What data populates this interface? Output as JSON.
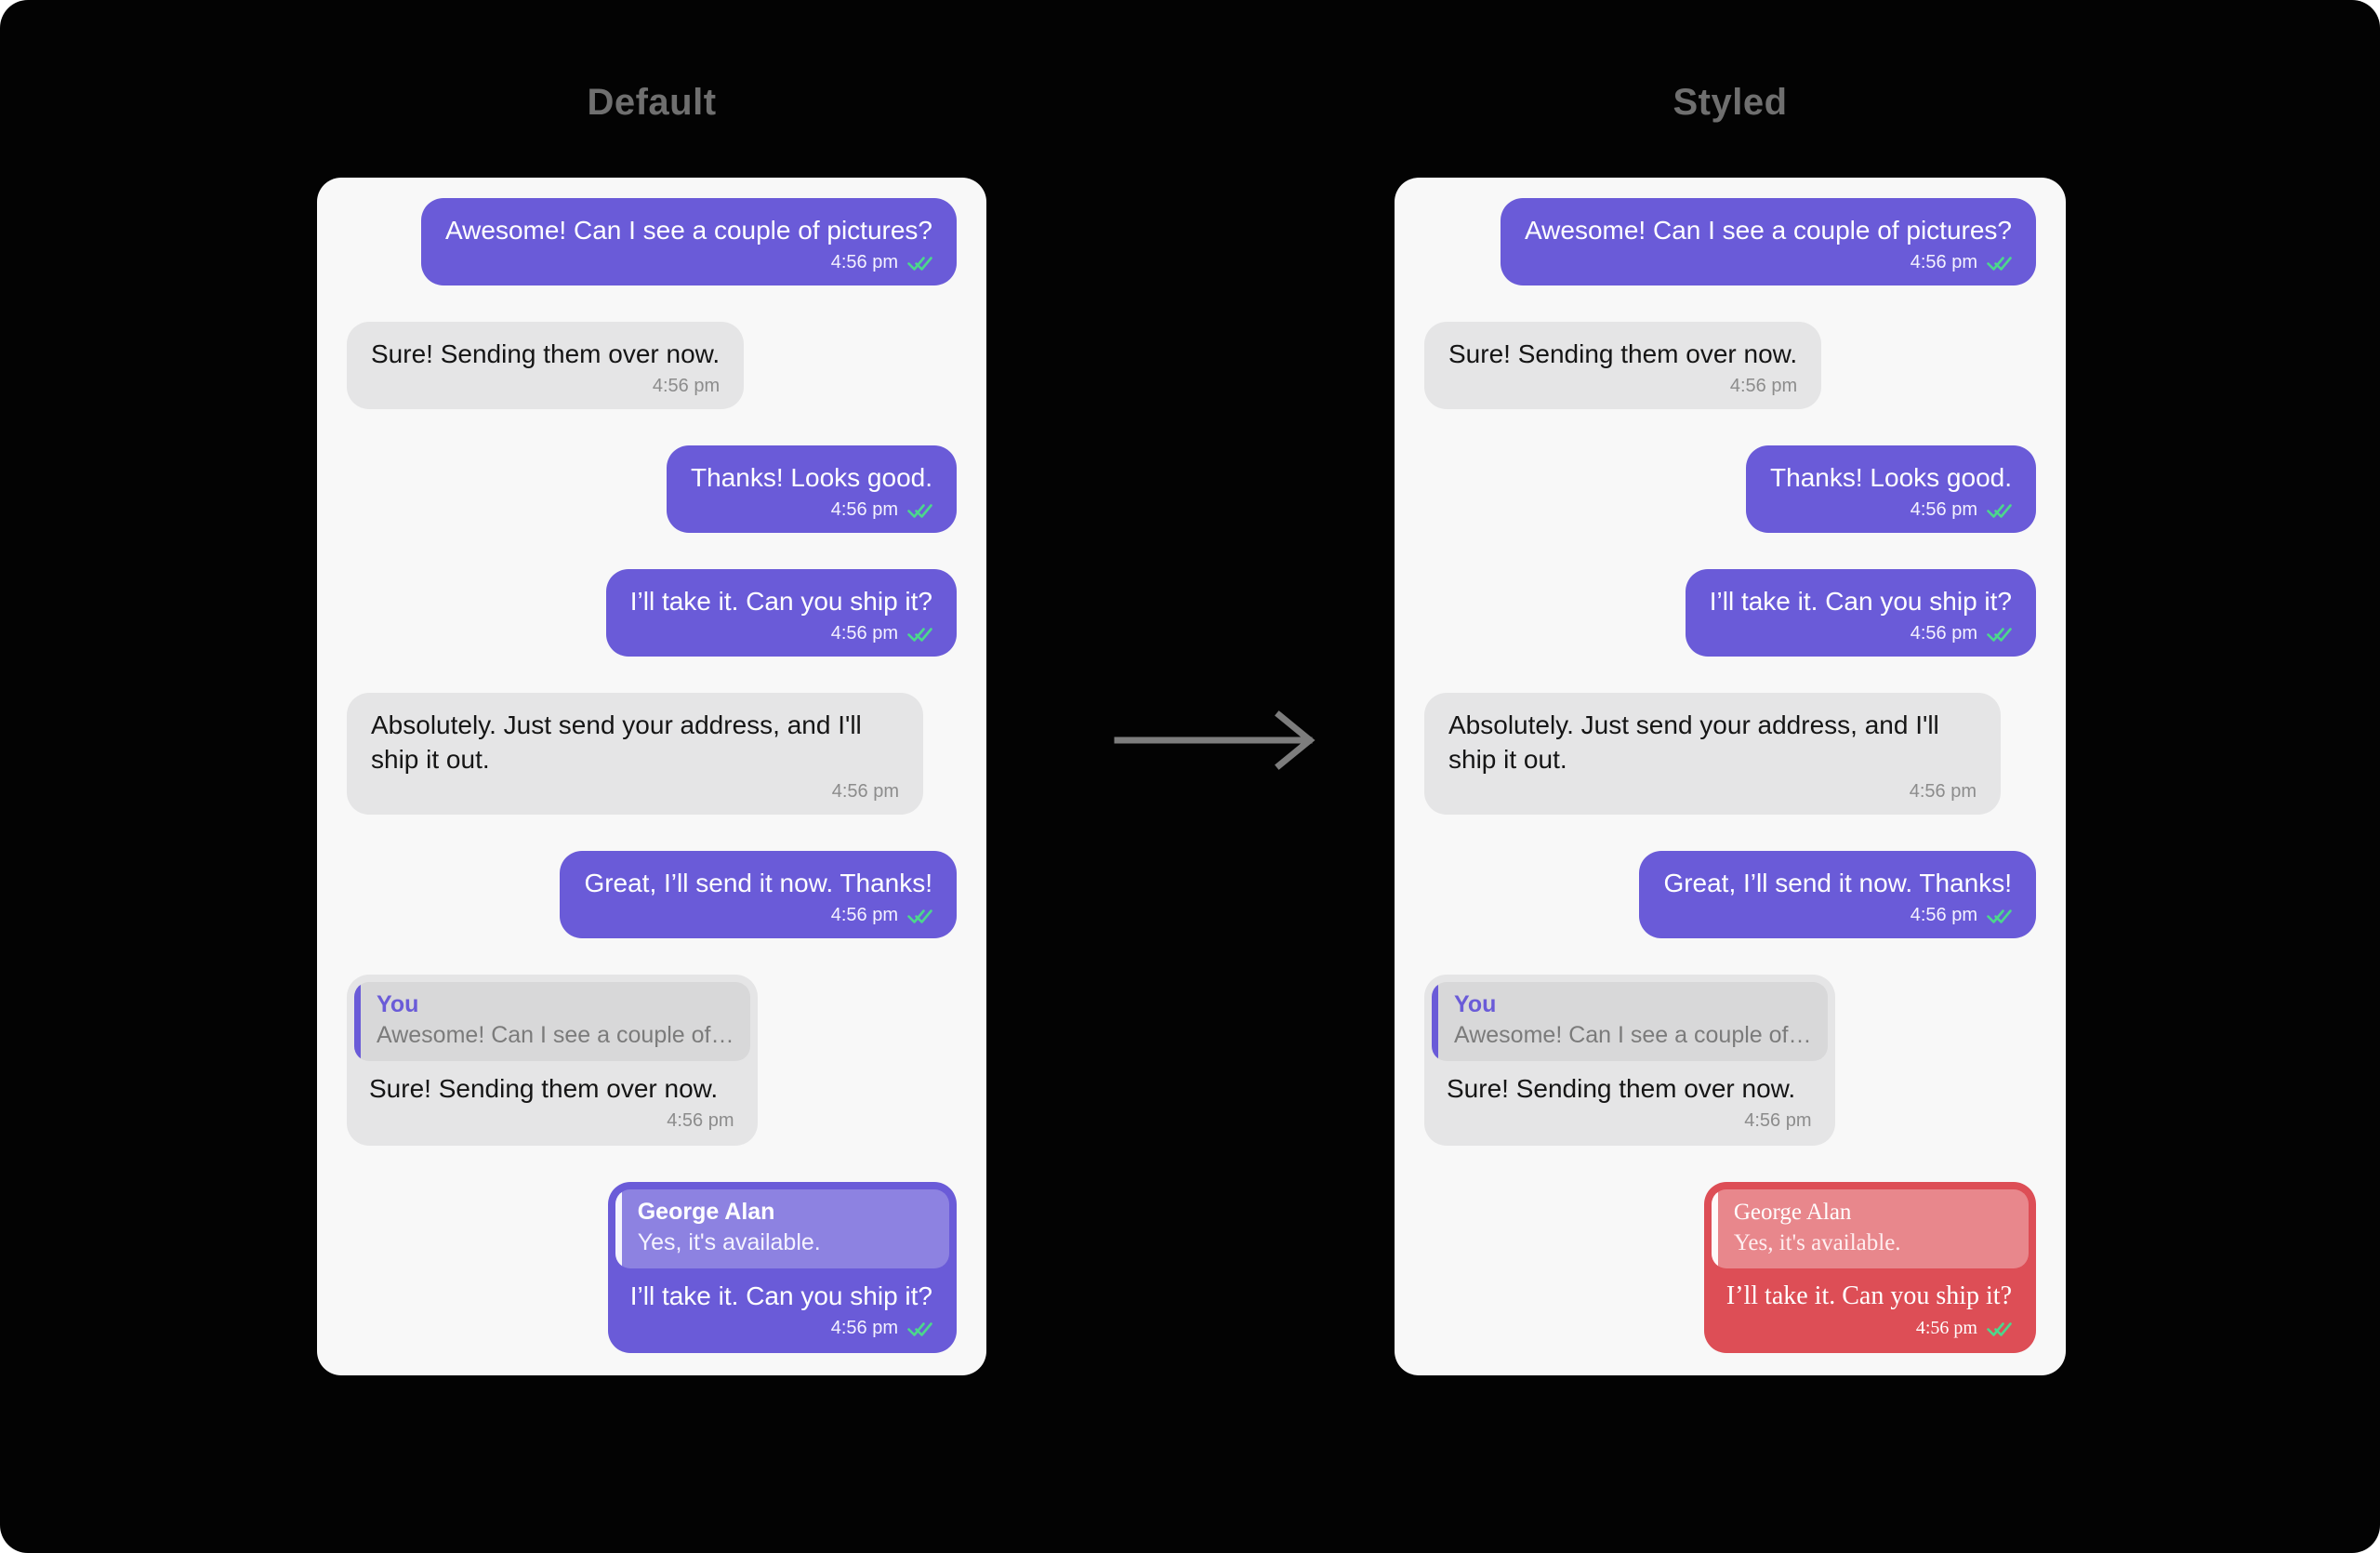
{
  "panels": [
    {
      "id": "default",
      "title": "Default"
    },
    {
      "id": "styled",
      "title": "Styled"
    }
  ],
  "conversation": {
    "messages": [
      {
        "direction": "outgoing",
        "text": "Awesome! Can I see a couple of pictures?",
        "time": "4:56 pm",
        "receipt": true
      },
      {
        "direction": "incoming",
        "text": "Sure! Sending them over now.",
        "time": "4:56 pm",
        "receipt": false
      },
      {
        "direction": "outgoing",
        "text": "Thanks! Looks good.",
        "time": "4:56 pm",
        "receipt": true
      },
      {
        "direction": "outgoing",
        "text": "I’ll take it. Can you ship it?",
        "time": "4:56 pm",
        "receipt": true
      },
      {
        "direction": "incoming",
        "text": "Absolutely. Just send your address, and I'll ship it out.",
        "time": "4:56 pm",
        "receipt": false
      },
      {
        "direction": "outgoing",
        "text": "Great, I’ll send it now. Thanks!",
        "time": "4:56 pm",
        "receipt": true
      },
      {
        "direction": "incoming",
        "text": "Sure! Sending them over now.",
        "time": "4:56 pm",
        "receipt": false,
        "quote": {
          "name": "You",
          "text": "Awesome! Can I see a couple of…"
        }
      },
      {
        "direction": "outgoing",
        "text": "I’ll take it. Can you ship it?",
        "time": "4:56 pm",
        "receipt": true,
        "quote": {
          "name": "George Alan",
          "text": "Yes, it's available."
        },
        "styled": true
      }
    ]
  },
  "icons": {
    "read_receipt": "double-check-icon",
    "between_panels": "right-arrow-icon"
  },
  "colors": {
    "background": "#030303",
    "panel_background": "#f8f8f8",
    "outgoing_bubble": "#6a5bd8",
    "incoming_bubble": "#e5e5e6",
    "styled_bubble": "#dd4e56",
    "read_receipt_check": "#4cd78c",
    "timestamp_incoming": "#8c8c8c",
    "title_text": "#6f6f6f",
    "arrow": "#7d7d7d"
  }
}
